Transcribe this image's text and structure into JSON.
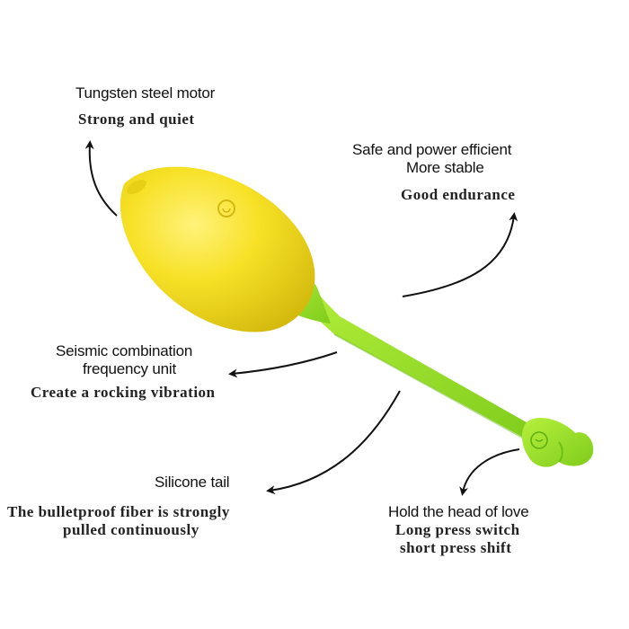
{
  "features": {
    "motor": {
      "title": "Tungsten steel motor",
      "desc": "Strong and quiet"
    },
    "efficiency": {
      "title_line1": "Safe and power efficient",
      "title_line2": "More stable",
      "desc": "Good endurance"
    },
    "seismic": {
      "title_line1": "Seismic combination",
      "title_line2": "frequency unit",
      "desc": "Create a rocking vibration"
    },
    "tail": {
      "title": "Silicone tail",
      "desc_line1": "The bulletproof fiber is strongly",
      "desc_line2": "pulled continuously"
    },
    "head": {
      "title": "Hold the head of love",
      "desc_line1": "Long press switch",
      "desc_line2": "short press shift"
    }
  },
  "colors": {
    "lemon": "#f5df22",
    "lemon_shade": "#d6bc10",
    "stem": "#9be22a",
    "stem_shade": "#6fbf1a",
    "text": "#111111"
  },
  "icons": [
    "power-button-icon",
    "heart-button-icon",
    "arrow-icon"
  ]
}
